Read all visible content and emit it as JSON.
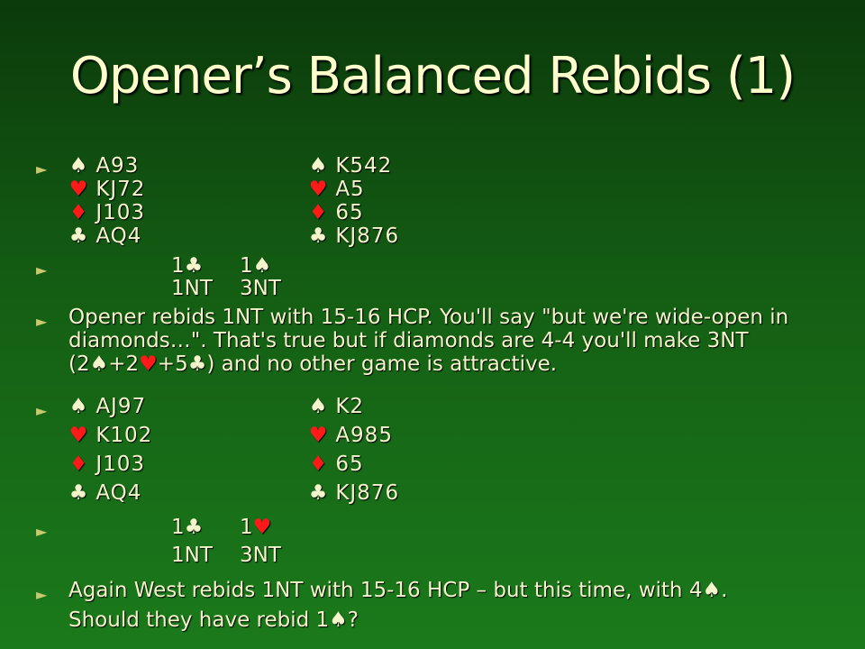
{
  "slide": {
    "title": "Opener’s Balanced Rebids (1)",
    "bullet_glyph": "►",
    "colors": {
      "background_top": "#0b3a0b",
      "background_bottom": "#1b7a1b",
      "text": "#f5f5cc",
      "red_suit": "#ff1a1a",
      "bullet": "#c8c86e"
    }
  },
  "hand1": {
    "west": [
      {
        "suit": "♠",
        "cards": "A93"
      },
      {
        "suit": "♥",
        "cards": "KJ72"
      },
      {
        "suit": "♦",
        "cards": "J103"
      },
      {
        "suit": "♣",
        "cards": "AQ4"
      }
    ],
    "east": [
      {
        "suit": "♠",
        "cards": "K542"
      },
      {
        "suit": "♥",
        "cards": "A5"
      },
      {
        "suit": "♦",
        "cards": "65"
      },
      {
        "suit": "♣",
        "cards": "KJ876"
      }
    ],
    "auction": [
      [
        "1♣",
        "1♠"
      ],
      [
        "1NT",
        "3NT"
      ]
    ],
    "comment_lines": [
      "Opener rebids 1NT with 15-16 HCP. You'll say \"but we're wide-open in",
      "diamonds…\". That's true but if diamonds are 4-4 you'll make 3NT",
      "(2♠+2♥+5♣) and no other game is attractive."
    ]
  },
  "hand2": {
    "west": [
      {
        "suit": "♠",
        "cards": "AJ97"
      },
      {
        "suit": "♥",
        "cards": "K102"
      },
      {
        "suit": "♦",
        "cards": "J103"
      },
      {
        "suit": "♣",
        "cards": "AQ4"
      }
    ],
    "east": [
      {
        "suit": "♠",
        "cards": "K2"
      },
      {
        "suit": "♥",
        "cards": "A985"
      },
      {
        "suit": "♦",
        "cards": "65"
      },
      {
        "suit": "♣",
        "cards": "KJ876"
      }
    ],
    "auction": [
      [
        "1♣",
        "1♥"
      ],
      [
        "1NT",
        "3NT"
      ]
    ],
    "comment_lines": [
      "Again West rebids 1NT with 15-16 HCP – but this time, with 4♠.",
      "Should they have rebid 1♠?"
    ]
  }
}
